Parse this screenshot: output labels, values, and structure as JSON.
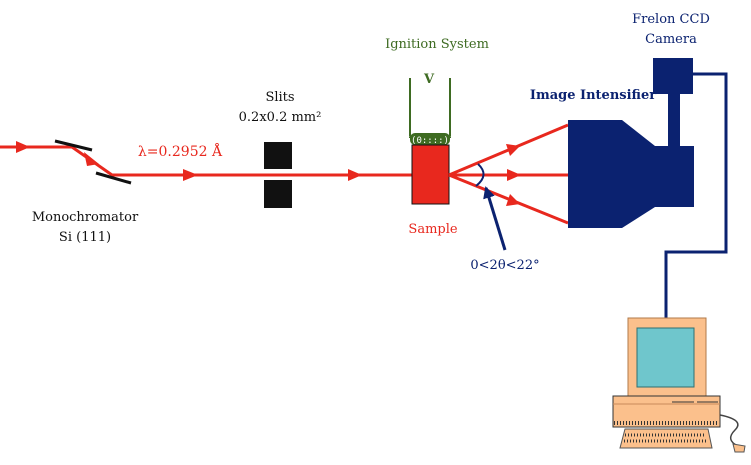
{
  "labels": {
    "monochromator": "Monochromator",
    "monochromator_crystal": "Si (111)",
    "wavelength": "λ=0.2952 Å",
    "slits": "Slits",
    "slits_size": "0.2x0.2 mm²",
    "ignition_system": "Ignition System",
    "voltage": "V",
    "sample": "Sample",
    "angle_range": "0<2θ<22°",
    "image_intensifier": "Image Intensifier",
    "camera_line1": "Frelon CCD",
    "camera_line2": "Camera"
  },
  "colors": {
    "beam": "#e8281e",
    "detector": "#0b2270",
    "ignition": "#3e6b22",
    "computer_body": "#fbc08c",
    "computer_screen": "#6fc6cc"
  }
}
